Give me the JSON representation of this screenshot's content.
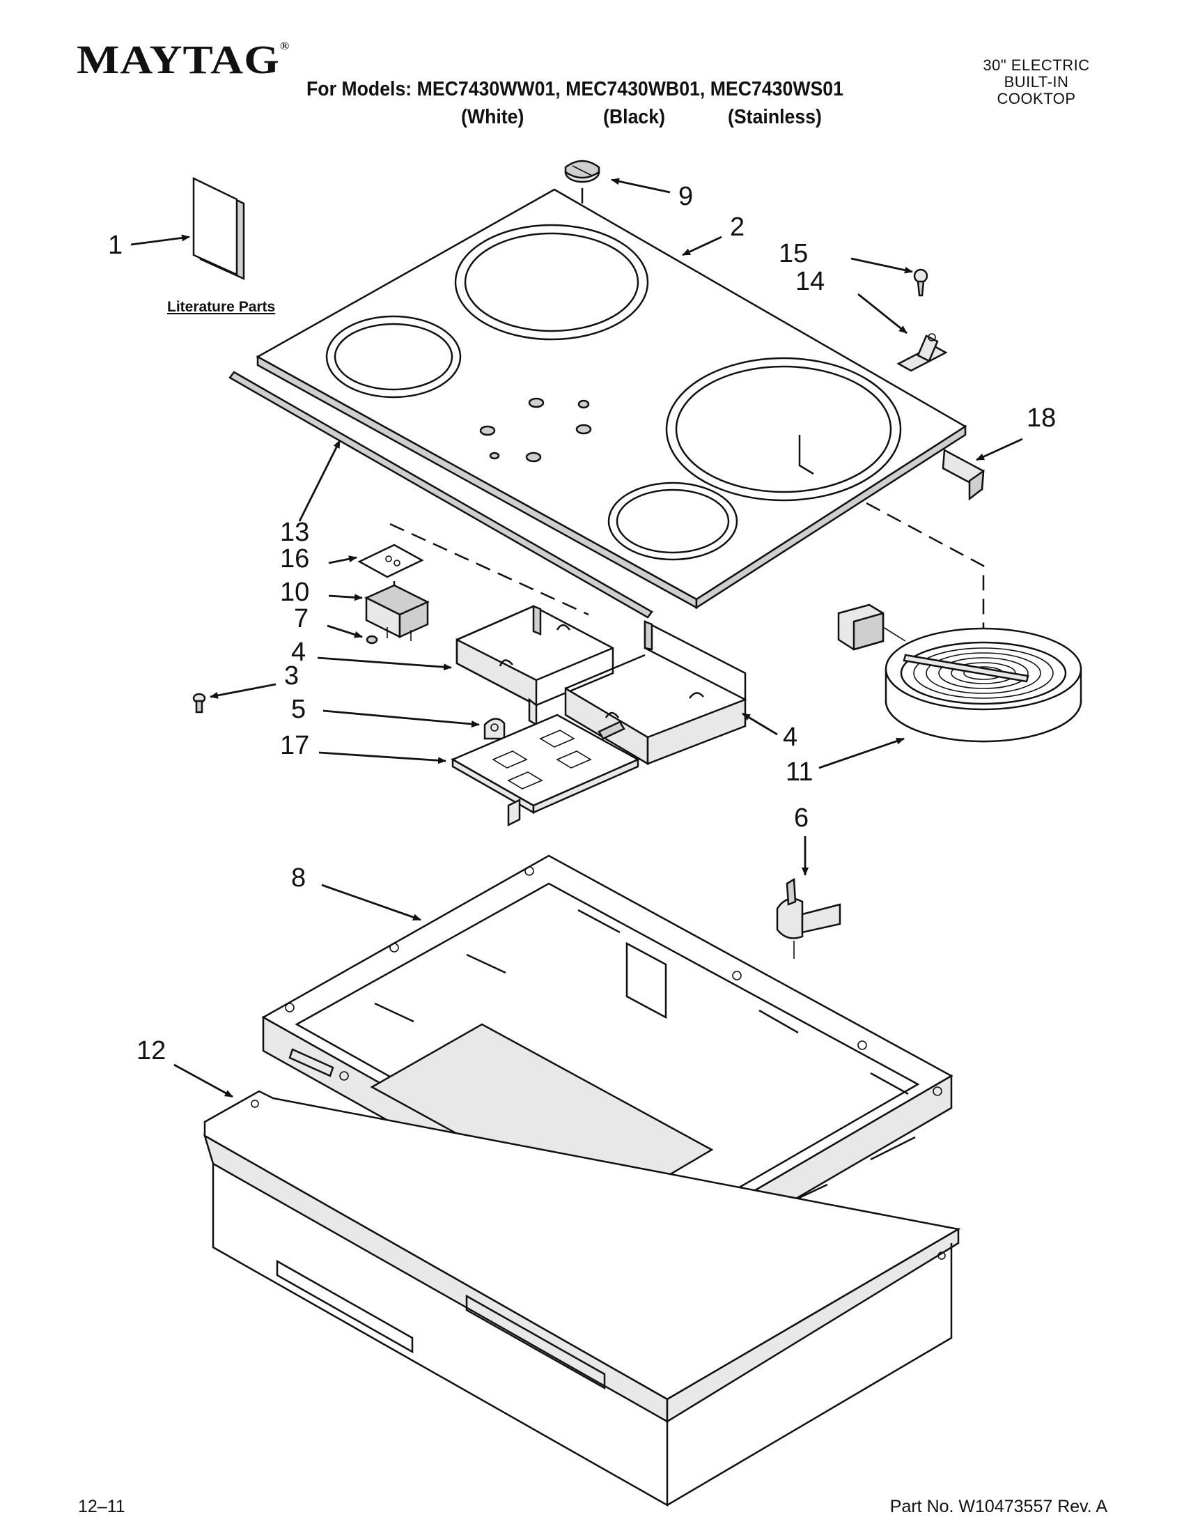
{
  "header": {
    "brand": "MAYTAG",
    "brand_mark": "®",
    "models_line": "For Models: MEC7430WW01, MEC7430WB01, MEC7430WS01",
    "variants": [
      "(White)",
      "(Black)",
      "(Stainless)"
    ],
    "product_lines": [
      "30\" ELECTRIC",
      "BUILT-IN",
      "COOKTOP"
    ]
  },
  "literature_label": "Literature Parts",
  "callouts": [
    "1",
    "2",
    "3",
    "4",
    "4",
    "5",
    "6",
    "7",
    "8",
    "9",
    "10",
    "11",
    "12",
    "13",
    "14",
    "15",
    "16",
    "17",
    "18"
  ],
  "footer": {
    "date": "12–11",
    "part_no": "Part No. W10473557 Rev. A"
  }
}
